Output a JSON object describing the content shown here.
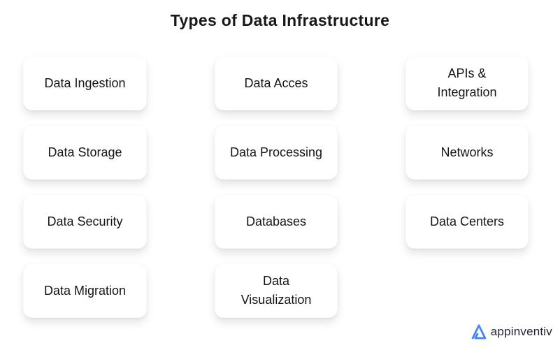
{
  "title": "Types of Data Infrastructure",
  "cards": [
    {
      "label": "Data Ingestion"
    },
    {
      "label": "Data Acces"
    },
    {
      "label": "APIs &\nIntegration"
    },
    {
      "label": "Data Storage"
    },
    {
      "label": "Data Processing"
    },
    {
      "label": "Networks"
    },
    {
      "label": "Data Security"
    },
    {
      "label": "Databases"
    },
    {
      "label": "Data Centers"
    },
    {
      "label": "Data Migration"
    },
    {
      "label": "Data\nVisualization"
    }
  ],
  "logo": {
    "brand": "appinventiv",
    "icon": "appinventiv-a-icon",
    "accent_color": "#4285F4",
    "text_color": "#26262E"
  },
  "colors": {
    "background": "#FFFFFF",
    "card_background": "#FFFFFF",
    "title_color": "#18181B",
    "card_text_color": "#151515"
  }
}
